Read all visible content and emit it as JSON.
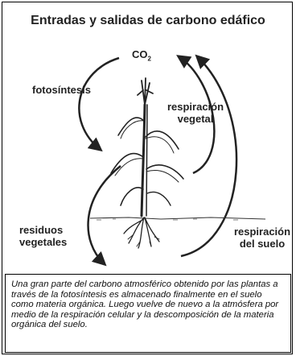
{
  "title": "Entradas y salidas de carbono edáfico",
  "labels": {
    "co2_main": "CO",
    "co2_sub": "2",
    "photosynthesis": "fotosíntesis",
    "plant_respiration_1": "respiración",
    "plant_respiration_2": "vegetal",
    "plant_residues_1": "residuos",
    "plant_residues_2": "vegetales",
    "soil_respiration_1": "respiración",
    "soil_respiration_2": "del suelo"
  },
  "caption": "Una gran parte del carbono atmosférico obtenido por las plantas a través de la fotosíntesis es almacenado finalmente en el suelo como materia orgánica. Luego vuelve de nuevo a la atmósfera por medio de la respiración celular y la descomposición de la materia orgánica del suelo.",
  "colors": {
    "ink": "#222222",
    "background": "#ffffff"
  }
}
